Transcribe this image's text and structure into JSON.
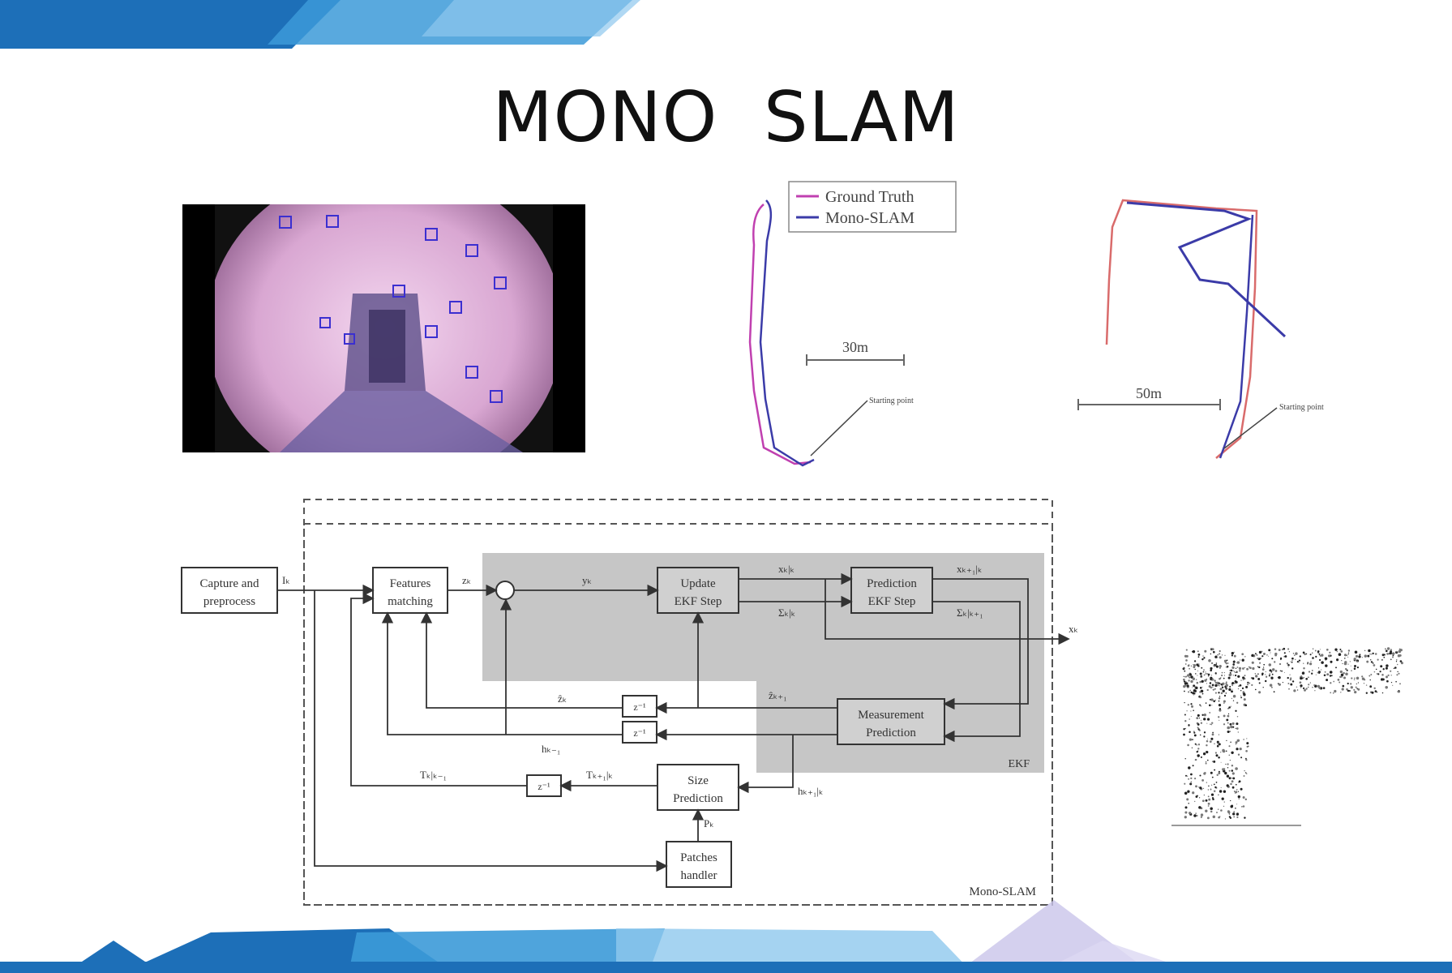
{
  "slide": {
    "title": "MONO  SLAM",
    "colors": {
      "band_dark": "#1d6fb8",
      "band_mid": "#3c9ad8",
      "band_light": "#8fc8ee",
      "ground_truth": "#c040b0",
      "mono_slam": "#3b3ba8"
    }
  },
  "photo": {
    "icon": "corridor-camera-frame-icon"
  },
  "trajectory_left": {
    "legend": [
      "Ground Truth",
      "Mono-SLAM"
    ],
    "scale_label": "30m",
    "start_label": "Starting point"
  },
  "trajectory_right": {
    "scale_label": "50m",
    "start_label": "Starting point"
  },
  "diagram": {
    "frame_label": "Mono-SLAM",
    "ekf_label": "EKF",
    "blocks": {
      "capture_line1": "Capture and",
      "capture_line2": "preprocess",
      "features_line1": "Features",
      "features_line2": "matching",
      "update_line1": "Update",
      "update_line2": "EKF Step",
      "prediction_line1": "Prediction",
      "prediction_line2": "EKF Step",
      "measurement_line1": "Measurement",
      "measurement_line2": "Prediction",
      "size_line1": "Size",
      "size_line2": "Prediction",
      "patches_line1": "Patches",
      "patches_line2": "handler"
    },
    "signals": {
      "image": "Iₖ",
      "z": "zₖ",
      "y": "yₖ",
      "x_update": "xₖ|ₖ",
      "sigma_update": "Σₖ|ₖ",
      "x_pred": "xₖ₊₁|ₖ",
      "sigma_pred": "Σₖ|ₖ₊₁",
      "output": "xₖ",
      "z_hat": "ẑₖ",
      "z_hat_prev": "ẑₖ₊₁",
      "h_prev": "hₖ₋₁",
      "h_pred": "hₖ₊₁|ₖ",
      "size_prev": "Tₖ|ₖ₋₁",
      "size_pred": "Tₖ₊₁|ₖ",
      "patches": "Pₖ",
      "delay": "z⁻¹"
    }
  },
  "pointcloud": {
    "icon": "sparse-map-pointcloud-icon"
  }
}
